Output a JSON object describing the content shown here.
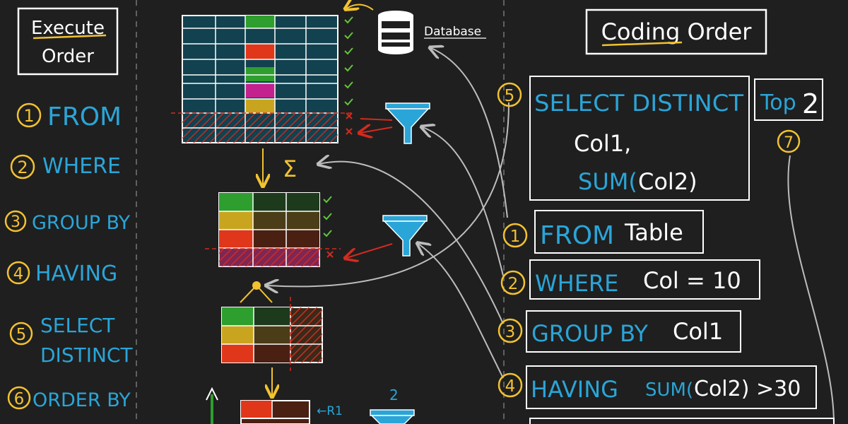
{
  "left_panel": {
    "title_line1": "Execute",
    "title_line2": "Order",
    "steps": [
      {
        "num": "1",
        "label": "FROM"
      },
      {
        "num": "2",
        "label": "WHERE"
      },
      {
        "num": "3",
        "label": "GROUP BY"
      },
      {
        "num": "4",
        "label": "HAVING"
      },
      {
        "num": "5",
        "label": "SELECT",
        "label2": "DISTINCT"
      },
      {
        "num": "6",
        "label": "ORDER BY"
      }
    ]
  },
  "middle_panel": {
    "database_label": "Database",
    "sigma": "Σ",
    "row_marker": "←R1",
    "top_count": "2"
  },
  "right_panel": {
    "title": "Coding Order",
    "select": {
      "num": "5",
      "keyword": "SELECT DISTINCT",
      "col1": "Col1,",
      "agg_fn": "SUM(",
      "agg_arg": "Col2)"
    },
    "top": {
      "keyword": "Top",
      "value": "2",
      "num": "7"
    },
    "from": {
      "num": "1",
      "keyword": "FROM",
      "value": "Table"
    },
    "where": {
      "num": "2",
      "keyword": "WHERE",
      "value": "Col = 10"
    },
    "group_by": {
      "num": "3",
      "keyword": "GROUP BY",
      "value": "Col1"
    },
    "having": {
      "num": "4",
      "keyword": "HAVING",
      "fn": "SUM(",
      "value": "Col2) >30"
    }
  },
  "colors": {
    "background": "#1f1f1f",
    "keyword_blue": "#2aa5d8",
    "number_yellow": "#f2c230",
    "text_white": "#ffffff",
    "table_teal": "#12414f",
    "cell_green": "#2e9e2e",
    "cell_red": "#e0361a",
    "cell_yellow": "#c9a51f",
    "cell_magenta": "#c2218e",
    "filter_red": "#d42a1e",
    "check_green": "#5fc639"
  }
}
